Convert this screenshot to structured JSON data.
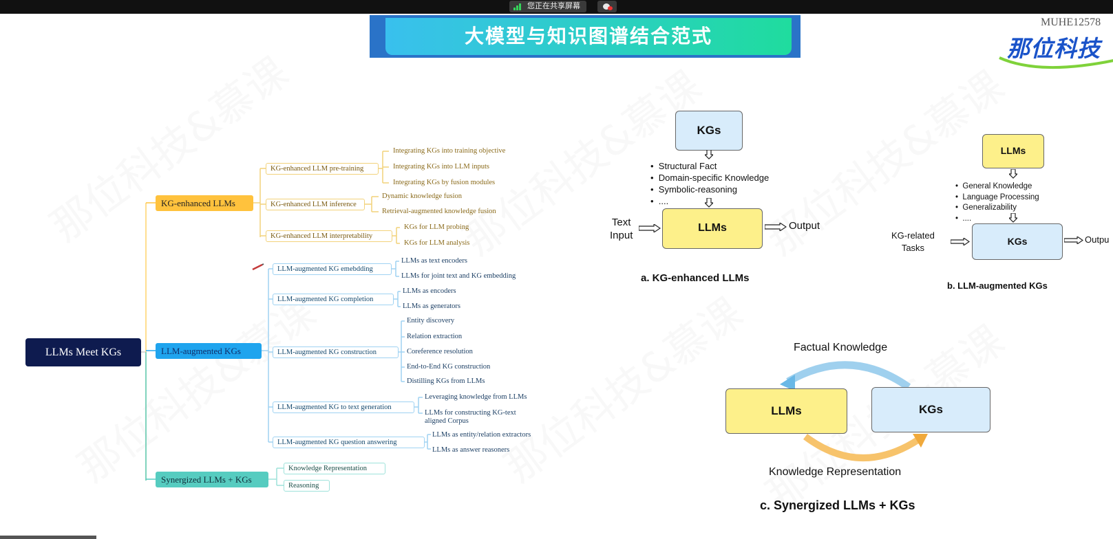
{
  "meeting_bar": {
    "sharing_label": "您正在共享屏幕"
  },
  "slide": {
    "title": "大模型与知识图谱结合范式",
    "user_id": "MUHE12578",
    "logo_text": "那位科技",
    "watermark_text": "那位科技&慕课"
  },
  "mindmap": {
    "root": "LLMs Meet KGs",
    "kg_enhanced": {
      "label": "KG-enhanced LLMs",
      "pretraining": {
        "label": "KG-enhanced LLM pre-training",
        "leaves": [
          "Integrating KGs into training objective",
          "Integrating KGs into LLM inputs",
          "Integrating KGs by fusion modules"
        ]
      },
      "inference": {
        "label": "KG-enhanced LLM inference",
        "leaves": [
          "Dynamic knowledge fusion",
          "Retrieval-augmented knowledge fusion"
        ]
      },
      "interpretability": {
        "label": "KG-enhanced LLM interpretability",
        "leaves": [
          "KGs for LLM probing",
          "KGs for LLM analysis"
        ]
      }
    },
    "llm_augmented": {
      "label": "LLM-augmented KGs",
      "embedding": {
        "label": "LLM-augmented KG emebdding",
        "leaves": [
          "LLMs as text encoders",
          "LLMs for joint text and KG embedding"
        ]
      },
      "completion": {
        "label": "LLM-augmented KG completion",
        "leaves": [
          "LLMs as encoders",
          "LLMs as generators"
        ]
      },
      "construction": {
        "label": "LLM-augmented KG construction",
        "leaves": [
          "Entity discovery",
          "Relation extraction",
          "Coreference resolution",
          "End-to-End KG construction",
          "Distilling KGs from LLMs"
        ]
      },
      "text_generation": {
        "label": "LLM-augmented KG to text generation",
        "leaves": [
          "Leveraging knowledge from LLMs",
          "LLMs for constructing KG-text",
          "aligned Corpus"
        ]
      },
      "qa": {
        "label": "LLM-augmented KG question answering",
        "leaves": [
          "LLMs as entity/relation extractors",
          "LLMs as answer reasoners"
        ]
      }
    },
    "synergized": {
      "label": "Synergized LLMs + KGs",
      "children": [
        "Knowledge Representation",
        "Reasoning"
      ]
    }
  },
  "diagram_a": {
    "top_box": "KGs",
    "bullets": [
      "Structural Fact",
      "Domain-specific Knowledge",
      "Symbolic-reasoning",
      "...."
    ],
    "input_line1": "Text",
    "input_line2": "Input",
    "center_box": "LLMs",
    "output": "Output",
    "caption": "a. KG-enhanced LLMs"
  },
  "diagram_b": {
    "top_box": "LLMs",
    "bullets": [
      "General Knowledge",
      "Language Processing",
      "Generalizability",
      "...."
    ],
    "input_line1": "KG-related",
    "input_line2": "Tasks",
    "center_box": "KGs",
    "output": "Outpu",
    "caption": "b. LLM-augmented KGs"
  },
  "diagram_c": {
    "left_box": "LLMs",
    "right_box": "KGs",
    "top_label": "Factual Knowledge",
    "bottom_label": "Knowledge Representation",
    "caption": "c. Synergized LLMs + KGs"
  },
  "colors": {
    "kg_enhanced": "#ffc23d",
    "llm_augmented": "#1fa4ee",
    "synergized": "#56ccc0",
    "root": "#0e1b4f",
    "title_gradient_start": "#39c0ee",
    "title_gradient_end": "#1fdc9e"
  }
}
